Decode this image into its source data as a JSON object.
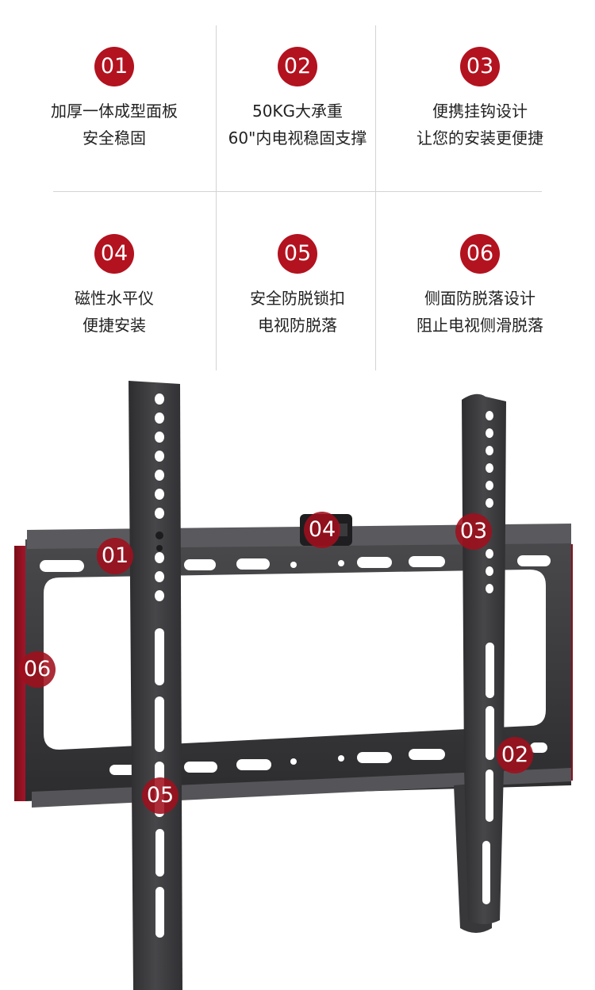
{
  "colors": {
    "accent": "#b3121f",
    "text": "#222222",
    "divider": "#d4d4d4",
    "metal": "#3a3a3c"
  },
  "features": [
    {
      "num": "01",
      "line1": "加厚一体成型面板",
      "line2": "安全稳固"
    },
    {
      "num": "02",
      "line1": "50KG大承重",
      "line2": "60\"内电视稳固支撑"
    },
    {
      "num": "03",
      "line1": "便携挂钩设计",
      "line2": "让您的安装更便捷"
    },
    {
      "num": "04",
      "line1": "磁性水平仪",
      "line2": "便捷安装"
    },
    {
      "num": "05",
      "line1": "安全防脱锁扣",
      "line2": "电视防脱落"
    },
    {
      "num": "06",
      "line1": "侧面防脱落设计",
      "line2": "阻止电视侧滑脱落"
    }
  ],
  "callouts": [
    "01",
    "02",
    "03",
    "04",
    "05",
    "06"
  ]
}
